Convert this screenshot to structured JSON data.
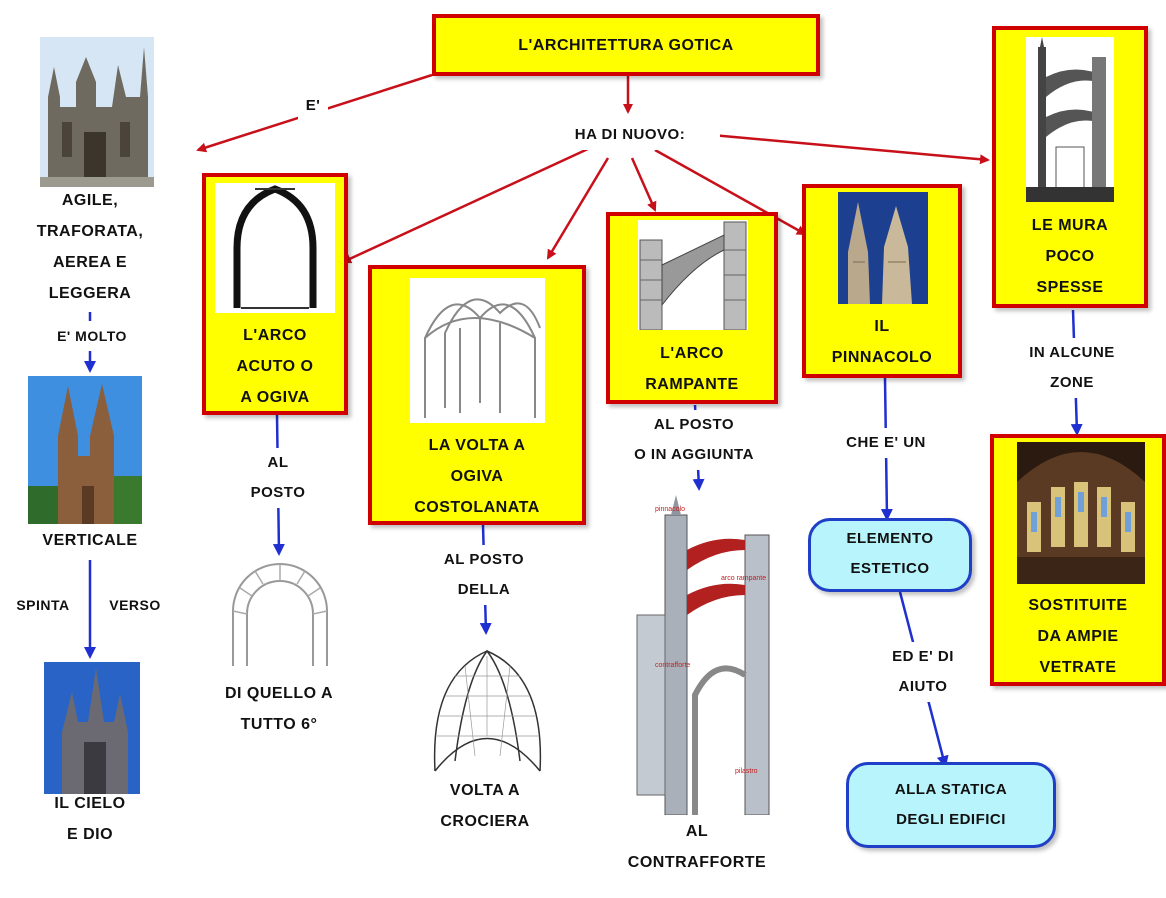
{
  "title": "L'ARCHITETTURA      GOTICA",
  "ha_di_nuovo": "HA   DI   NUOVO:",
  "edge_e": "E'",
  "left": {
    "agile": "AGILE,\nTRAFORATA,\n AEREA  E\nLEGGERA",
    "e_molto": "E'   MOLTO",
    "verticale": "VERTICALE",
    "spinta": "SPINTA",
    "verso": "VERSO",
    "cielo": "IL   CIELO\nE  DIO"
  },
  "arco_acuto": {
    "label": "L'ARCO\nACUTO  O\nA  OGIVA",
    "edge": "AL\nPOSTO",
    "target": "DI    QUELLO    A\nTUTTO   6°"
  },
  "volta": {
    "label": "LA  VOLTA  A\nOGIVA\nCOSTOLANATA",
    "edge": "AL   POSTO\nDELLA",
    "target": "VOLTA   A\nCROCIERA"
  },
  "rampante": {
    "label": "L'ARCO\nRAMPANTE",
    "edge": "AL    POSTO\nO  IN   AGGIUNTA",
    "target": "AL\nCONTRAFFORTE",
    "figure_labels": [
      "pinnacolo",
      "arco\nrampante",
      "contrafforte",
      "pilastro"
    ]
  },
  "pinnacolo": {
    "label": "IL\nPINNACOLO",
    "edge": "CHE   E'   UN",
    "elemento": "ELEMENTO\nESTETICO",
    "edge2": "ED   E'   DI\nAIUTO",
    "statica": "ALLA      STATICA\nDEGLI      EDIFICI"
  },
  "mura": {
    "label": "LE   MURA\nPOCO\nSPESSE",
    "edge": "IN      ALCUNE\nZONE",
    "target": "SOSTITUITE\nDA   AMPIE\nVETRATE"
  },
  "colors": {
    "box_fill": "#ffff00",
    "box_border": "#d00000",
    "arrow_red": "#c8101a",
    "arrow_blue": "#1f2fd0",
    "cyan_fill": "#b8f4fb"
  }
}
